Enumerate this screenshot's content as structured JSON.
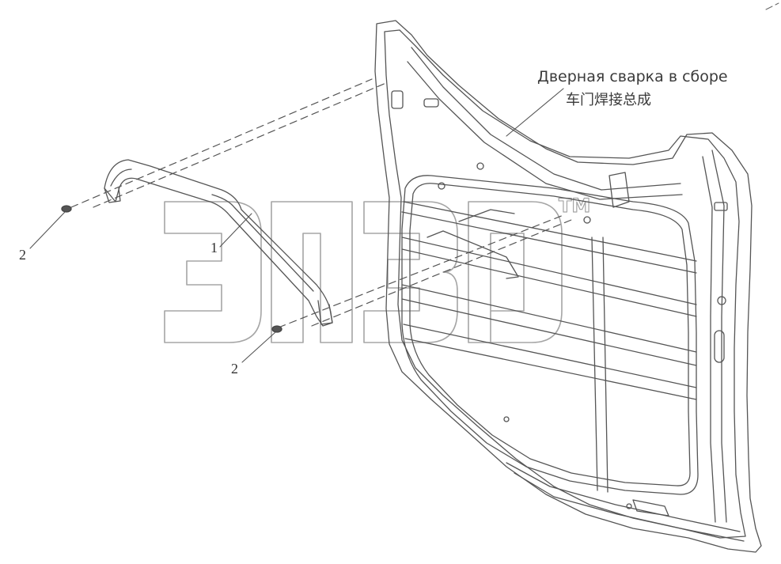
{
  "labels": {
    "assembly_ru": "Дверная сварка в сборе",
    "assembly_cn": "车门焊接总成"
  },
  "callouts": {
    "part_1": "1",
    "part_2_upper": "2",
    "part_2_lower": "2"
  },
  "colors": {
    "line": "#555555",
    "watermark": "#9a9a9a",
    "background": "#ffffff"
  }
}
